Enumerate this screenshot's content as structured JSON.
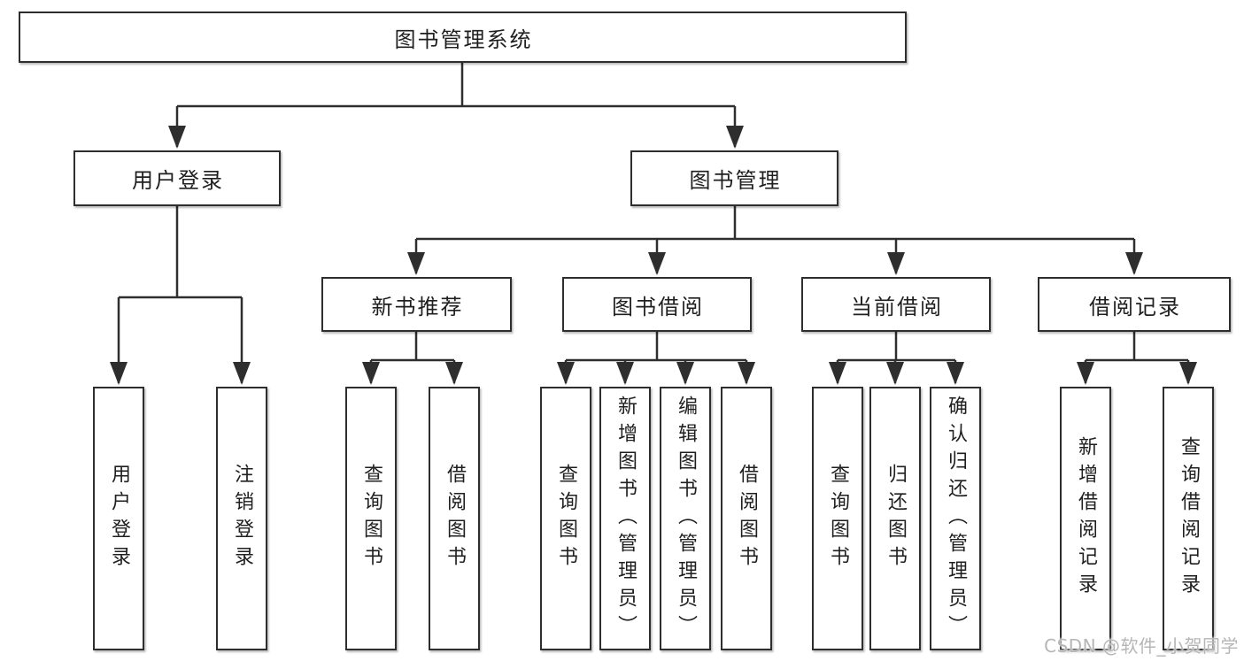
{
  "diagram": {
    "root": {
      "label": "图书管理系统"
    },
    "branches": [
      {
        "label": "用户登录",
        "children": [
          {
            "label": "用户登录"
          },
          {
            "label": "注销登录"
          }
        ]
      },
      {
        "label": "图书管理",
        "children": [
          {
            "label": "新书推荐",
            "children": [
              {
                "label": "查询图书"
              },
              {
                "label": "借阅图书"
              }
            ]
          },
          {
            "label": "图书借阅",
            "children": [
              {
                "label": "查询图书"
              },
              {
                "label": "新增图书（管理员）"
              },
              {
                "label": "编辑图书（管理员）"
              },
              {
                "label": "借阅图书"
              }
            ]
          },
          {
            "label": "当前借阅",
            "children": [
              {
                "label": "查询图书"
              },
              {
                "label": "归还图书"
              },
              {
                "label": "确认归还（管理员）"
              }
            ]
          },
          {
            "label": "借阅记录",
            "children": [
              {
                "label": "新增借阅记录"
              },
              {
                "label": "查询借阅记录"
              }
            ]
          }
        ]
      }
    ]
  },
  "watermark": {
    "text": "CSDN @软件_小贺同学"
  },
  "colors": {
    "line": "#2e2e2e",
    "box_border": "#2e2e2e",
    "box_fill": "#ffffff",
    "text": "#1f1f1f",
    "watermark": "#b6b6b6",
    "background": "#ffffff"
  }
}
